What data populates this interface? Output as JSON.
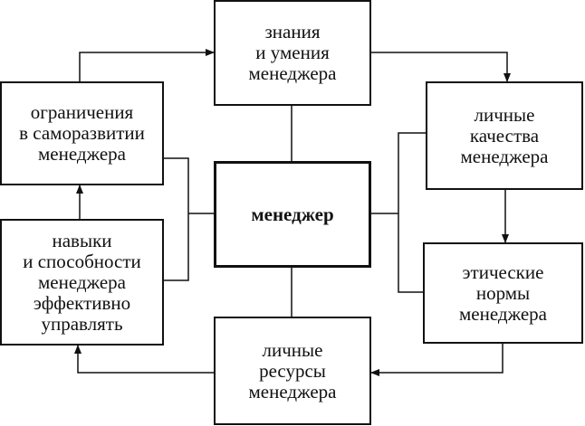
{
  "diagram": {
    "center": {
      "lines": [
        "менеджер"
      ]
    },
    "knowledge": {
      "lines": [
        "знания",
        "и умения",
        "менеджера"
      ]
    },
    "qualities": {
      "lines": [
        "личные",
        "качества",
        "менеджера"
      ]
    },
    "ethics": {
      "lines": [
        "этические",
        "нормы",
        "менеджера"
      ]
    },
    "resources": {
      "lines": [
        "личные",
        "ресурсы",
        "менеджера"
      ]
    },
    "skills": {
      "lines": [
        "навыки",
        "и способности",
        "менеджера",
        "эффективно",
        "управлять"
      ]
    },
    "limits": {
      "lines": [
        "ограничения",
        "в саморазвитии",
        "менеджера"
      ]
    }
  }
}
